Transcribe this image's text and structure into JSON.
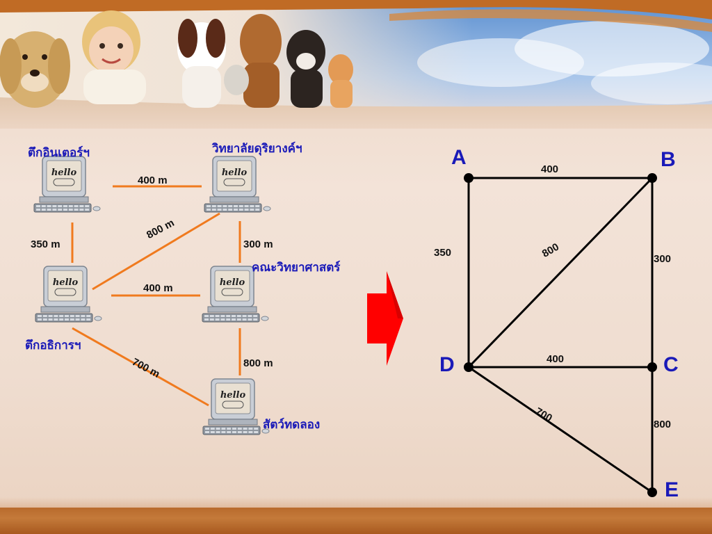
{
  "network": {
    "buildings": [
      {
        "id": "internet",
        "label": "ตึกอินเตอร์ฯ"
      },
      {
        "id": "college",
        "label": "วิทยาลัยดุริยางค์ฯ"
      },
      {
        "id": "admin",
        "label": "ตึกอธิการฯ"
      },
      {
        "id": "science",
        "label": "คณะวิทยาศาสตร์"
      },
      {
        "id": "animal",
        "label": "สัตว์ทดลอง"
      }
    ],
    "screen_text": "hello",
    "links": [
      {
        "from": "internet",
        "to": "college",
        "label": "400 m"
      },
      {
        "from": "internet",
        "to": "admin",
        "label": "350 m"
      },
      {
        "from": "admin",
        "to": "college",
        "label": "800 m"
      },
      {
        "from": "college",
        "to": "science",
        "label": "300 m"
      },
      {
        "from": "admin",
        "to": "science",
        "label": "400 m"
      },
      {
        "from": "science",
        "to": "animal",
        "label": "800 m"
      },
      {
        "from": "admin",
        "to": "animal",
        "label": "700 m"
      }
    ]
  },
  "graph": {
    "nodes": [
      {
        "id": "A",
        "label": "A"
      },
      {
        "id": "B",
        "label": "B"
      },
      {
        "id": "C",
        "label": "C"
      },
      {
        "id": "D",
        "label": "D"
      },
      {
        "id": "E",
        "label": "E"
      }
    ],
    "edges": [
      {
        "from": "A",
        "to": "B",
        "weight": 400
      },
      {
        "from": "A",
        "to": "D",
        "weight": 350
      },
      {
        "from": "B",
        "to": "D",
        "weight": 800
      },
      {
        "from": "B",
        "to": "C",
        "weight": 300
      },
      {
        "from": "D",
        "to": "C",
        "weight": 400
      },
      {
        "from": "C",
        "to": "E",
        "weight": 800
      },
      {
        "from": "D",
        "to": "E",
        "weight": 700
      }
    ]
  },
  "colors": {
    "link": "#f07a1e",
    "building_label": "#1a1ab8",
    "arrow": "#ff0000",
    "graph_edge": "#000000"
  }
}
